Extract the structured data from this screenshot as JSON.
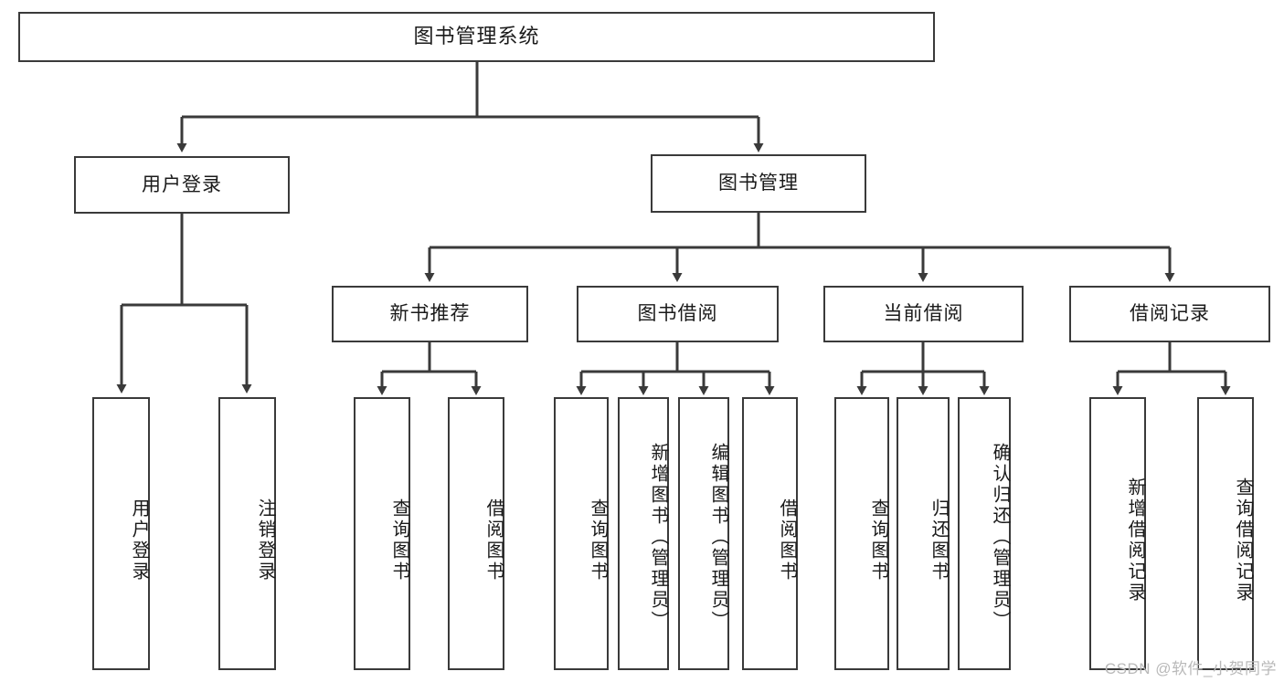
{
  "diagram": {
    "title": "图书管理系统",
    "root": {
      "label": "图书管理系统"
    },
    "level2": [
      {
        "label": "用户登录"
      },
      {
        "label": "图书管理"
      }
    ],
    "level3": [
      {
        "label": "新书推荐"
      },
      {
        "label": "图书借阅"
      },
      {
        "label": "当前借阅"
      },
      {
        "label": "借阅记录"
      }
    ],
    "leaves": {
      "user_login": [
        {
          "label": "用户登录"
        },
        {
          "label": "注销登录"
        }
      ],
      "new_book_recommend": [
        {
          "label": "查询图书"
        },
        {
          "label": "借阅图书"
        }
      ],
      "book_borrow": [
        {
          "label": "查询图书"
        },
        {
          "label": "新增图书（管理员）"
        },
        {
          "label": "编辑图书（管理员）"
        },
        {
          "label": "借阅图书"
        }
      ],
      "current_borrow": [
        {
          "label": "查询图书"
        },
        {
          "label": "归还图书"
        },
        {
          "label": "确认归还（管理员）"
        }
      ],
      "borrow_record": [
        {
          "label": "新增借阅记录"
        },
        {
          "label": "查询借阅记录"
        }
      ]
    }
  },
  "watermark": {
    "text": "CSDN @软件_小贺同学"
  },
  "colors": {
    "stroke": "#3a3a3a",
    "background": "#ffffff",
    "text": "#1a1a1a",
    "watermark": "#b9b9b9"
  }
}
